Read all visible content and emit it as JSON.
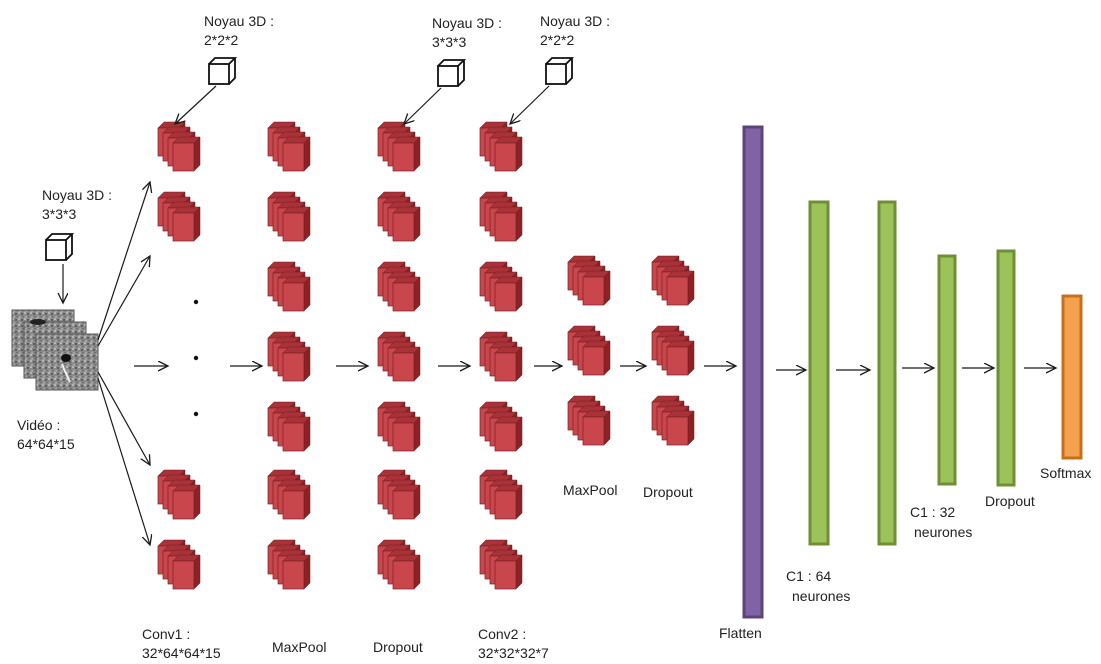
{
  "colors": {
    "feature_map_front": "#c9464c",
    "feature_map_side": "#8b2226",
    "feature_map_top": "#a83238",
    "flatten_fill": "#8063a4",
    "flatten_stroke": "#5a4578",
    "dense_fill": "#9cc25a",
    "dense_stroke": "#6f8f37",
    "softmax_fill": "#f5a04c",
    "softmax_stroke": "#c86f1d",
    "arrow": "#1a1a1a"
  },
  "icons": {
    "kernel": "cube-outline-icon",
    "arrow": "arrow-right-icon",
    "ellipsis": "vertical-dots-icon",
    "feature_map": "stacked-3d-feature-map-icon",
    "video_frames": "stacked-video-frames-icon"
  },
  "labels": {
    "kernel1": [
      "Noyau 3D :",
      "3*3*3"
    ],
    "kernel2": [
      "Noyau 3D :",
      "2*2*2"
    ],
    "kernel3": [
      "Noyau 3D :",
      "3*3*3"
    ],
    "kernel4": [
      "Noyau 3D :",
      "2*2*2"
    ],
    "video": [
      "Vidéo :",
      "64*64*15"
    ],
    "conv1": [
      "Conv1 :",
      "32*64*64*15"
    ],
    "maxpool1": [
      "MaxPool"
    ],
    "dropout1": [
      "Dropout"
    ],
    "conv2": [
      "Conv2 :",
      "32*32*32*7"
    ],
    "maxpool2": [
      "MaxPool"
    ],
    "dropout2": [
      "Dropout"
    ],
    "flatten": [
      "Flatten"
    ],
    "c1_64": [
      "C1 : 64",
      "neurones"
    ],
    "c1_32": [
      "C1 : 32",
      "neurones"
    ],
    "dropout3": [
      "Dropout"
    ],
    "softmax": [
      "Softmax"
    ]
  }
}
